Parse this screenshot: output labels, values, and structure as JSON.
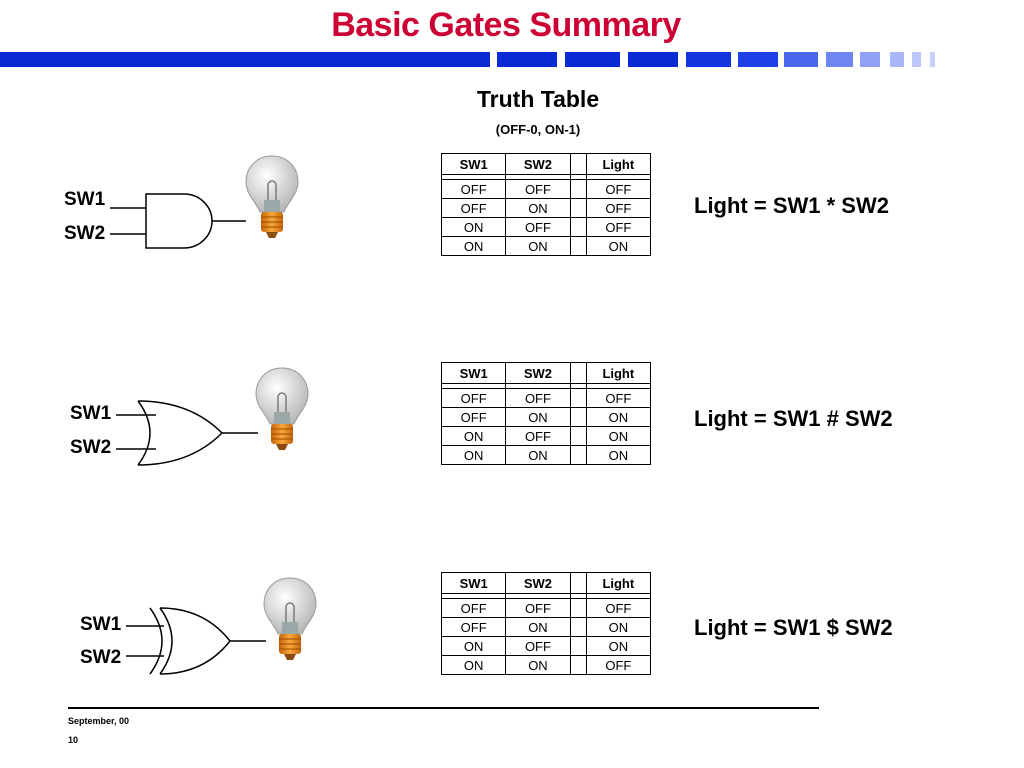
{
  "slide": {
    "title": "Basic Gates Summary",
    "table_title": "Truth Table",
    "table_subtitle": "(OFF-0, ON-1)"
  },
  "colors": {
    "title": "#cc0033",
    "bar_dark": "#0a2ad4",
    "bar_mid": "#3b5df0",
    "bar_light": "#8fa0f5",
    "bar_pale": "#c3cbf8"
  },
  "gates": [
    {
      "type": "AND",
      "icon": "and-gate-icon",
      "input1": "SW1",
      "input2": "SW2",
      "equation": "Light = SW1 * SW2",
      "headers": [
        "SW1",
        "SW2",
        "",
        "Light"
      ],
      "rows": [
        [
          "OFF",
          "OFF",
          "",
          "OFF"
        ],
        [
          "OFF",
          "ON",
          "",
          "OFF"
        ],
        [
          "ON",
          "OFF",
          "",
          "OFF"
        ],
        [
          "ON",
          "ON",
          "",
          "ON"
        ]
      ]
    },
    {
      "type": "OR",
      "icon": "or-gate-icon",
      "input1": "SW1",
      "input2": "SW2",
      "equation": "Light = SW1 # SW2",
      "headers": [
        "SW1",
        "SW2",
        "",
        "Light"
      ],
      "rows": [
        [
          "OFF",
          "OFF",
          "",
          "OFF"
        ],
        [
          "OFF",
          "ON",
          "",
          "ON"
        ],
        [
          "ON",
          "OFF",
          "",
          "ON"
        ],
        [
          "ON",
          "ON",
          "",
          "ON"
        ]
      ]
    },
    {
      "type": "XOR",
      "icon": "xor-gate-icon",
      "input1": "SW1",
      "input2": "SW2",
      "equation": "Light = SW1 $ SW2",
      "headers": [
        "SW1",
        "SW2",
        "",
        "Light"
      ],
      "rows": [
        [
          "OFF",
          "OFF",
          "",
          "OFF"
        ],
        [
          "OFF",
          "ON",
          "",
          "ON"
        ],
        [
          "ON",
          "OFF",
          "",
          "ON"
        ],
        [
          "ON",
          "ON",
          "",
          "OFF"
        ]
      ]
    }
  ],
  "footer": {
    "date": "September, 00",
    "page": "10"
  }
}
